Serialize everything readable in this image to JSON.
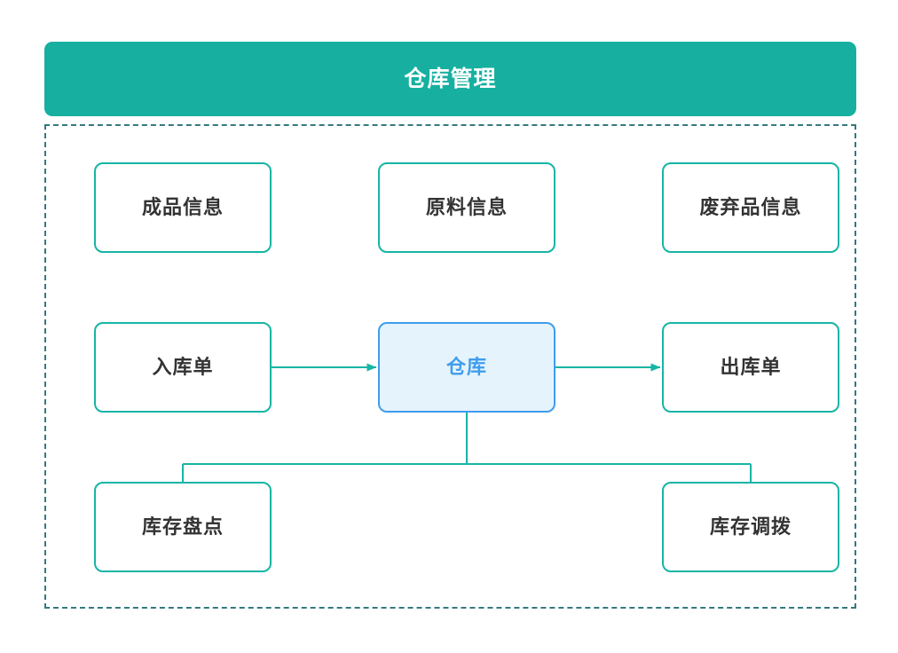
{
  "header": {
    "title": "仓库管理",
    "background_color": "#17b0a0",
    "text_color": "#ffffff"
  },
  "container": {
    "border_color": "#33797f",
    "border_style": "dashed"
  },
  "theme": {
    "node_border_color": "#16b5a5",
    "node_text_color": "#333333",
    "highlight_border_color": "#3f9dec",
    "highlight_fill_color": "#e5f3fd",
    "highlight_text_color": "#3f9dec",
    "connector_color": "#16b5a5"
  },
  "nodes": {
    "finished_goods_info": {
      "label": "成品信息"
    },
    "raw_material_info": {
      "label": "原料信息"
    },
    "waste_product_info": {
      "label": "废弃品信息"
    },
    "inbound_order": {
      "label": "入库单"
    },
    "warehouse": {
      "label": "仓库"
    },
    "outbound_order": {
      "label": "出库单"
    },
    "inventory_count": {
      "label": "库存盘点"
    },
    "inventory_transfer": {
      "label": "库存调拨"
    }
  },
  "diagram_data": {
    "type": "diagram",
    "title": "仓库管理",
    "rows": [
      [
        "成品信息",
        "原料信息",
        "废弃品信息"
      ],
      [
        "入库单",
        "仓库",
        "出库单"
      ],
      [
        "库存盘点",
        "",
        "库存调拨"
      ]
    ],
    "edges": [
      {
        "from": "入库单",
        "to": "仓库",
        "style": "arrow",
        "direction": "right"
      },
      {
        "from": "仓库",
        "to": "出库单",
        "style": "arrow",
        "direction": "right"
      },
      {
        "from": "仓库",
        "to": "库存盘点",
        "style": "line",
        "direction": "down"
      },
      {
        "from": "仓库",
        "to": "库存调拨",
        "style": "line",
        "direction": "down"
      }
    ]
  }
}
